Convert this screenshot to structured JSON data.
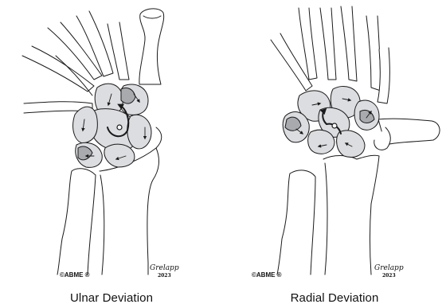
{
  "panels": [
    {
      "caption": "Ulnar Deviation",
      "copyright": "©ABME ®",
      "signature": "Grelapp",
      "year": "2023"
    },
    {
      "caption": "Radial Deviation",
      "copyright": "©ABME ®",
      "signature": "Grelapp",
      "year": "2023"
    }
  ],
  "colors": {
    "line": "#1a1a1a",
    "carpal_fill": "#dcdde0",
    "shade": "#a9aaae",
    "background": "#ffffff"
  },
  "icons": [
    "rotation-arrow-icon",
    "pivot-point-icon",
    "motion-arrow-icon"
  ]
}
